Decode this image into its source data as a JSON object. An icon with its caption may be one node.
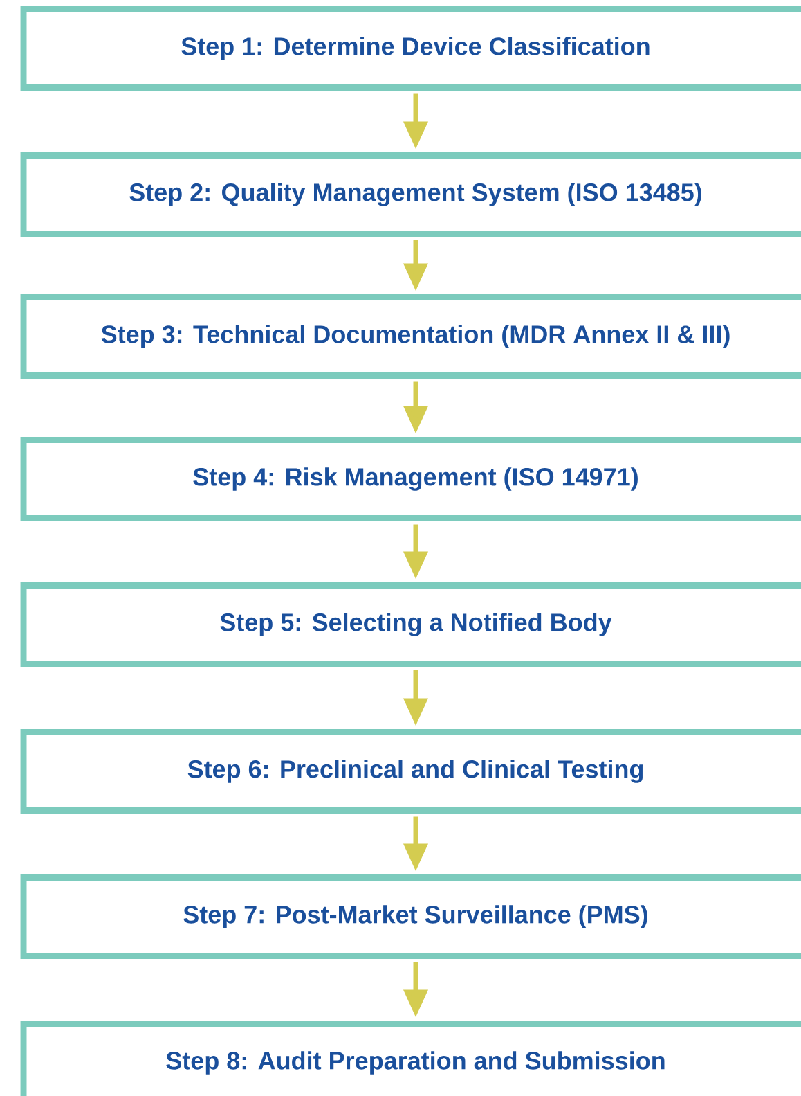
{
  "diagram": {
    "nodes": [
      {
        "text": [
          "Step 1: Determine Device Classification"
        ]
      },
      {
        "text": [
          "Step 2: Quality Management System (ISO 13485)"
        ]
      },
      {
        "text": [
          "Step 3: Technical Documentation (MDR Annex II & III)"
        ]
      },
      {
        "text": [
          "Step 4: Risk Management (ISO 14971)"
        ]
      },
      {
        "text": [
          "Step 5: Selecting a Notified Body"
        ]
      },
      {
        "text": [
          "Step 6: Preclinical and Clinical Testing"
        ]
      },
      {
        "text": [
          "Step 7: Post-Market Surveillance (PMS)"
        ]
      },
      {
        "text": [
          "Step 8: Audit Preparation and Submission"
        ]
      }
    ],
    "edges": [
      {
        "from": 0,
        "to": 1,
        "arrow": "to"
      },
      {
        "from": 1,
        "to": 2,
        "arrow": "to"
      },
      {
        "from": 2,
        "to": 3,
        "arrow": "to"
      },
      {
        "from": 3,
        "to": 4,
        "arrow": "to"
      },
      {
        "from": 4,
        "to": 5,
        "arrow": "to"
      },
      {
        "from": 5,
        "to": 6,
        "arrow": "to"
      },
      {
        "from": 6,
        "to": 7,
        "arrow": "to"
      }
    ]
  }
}
